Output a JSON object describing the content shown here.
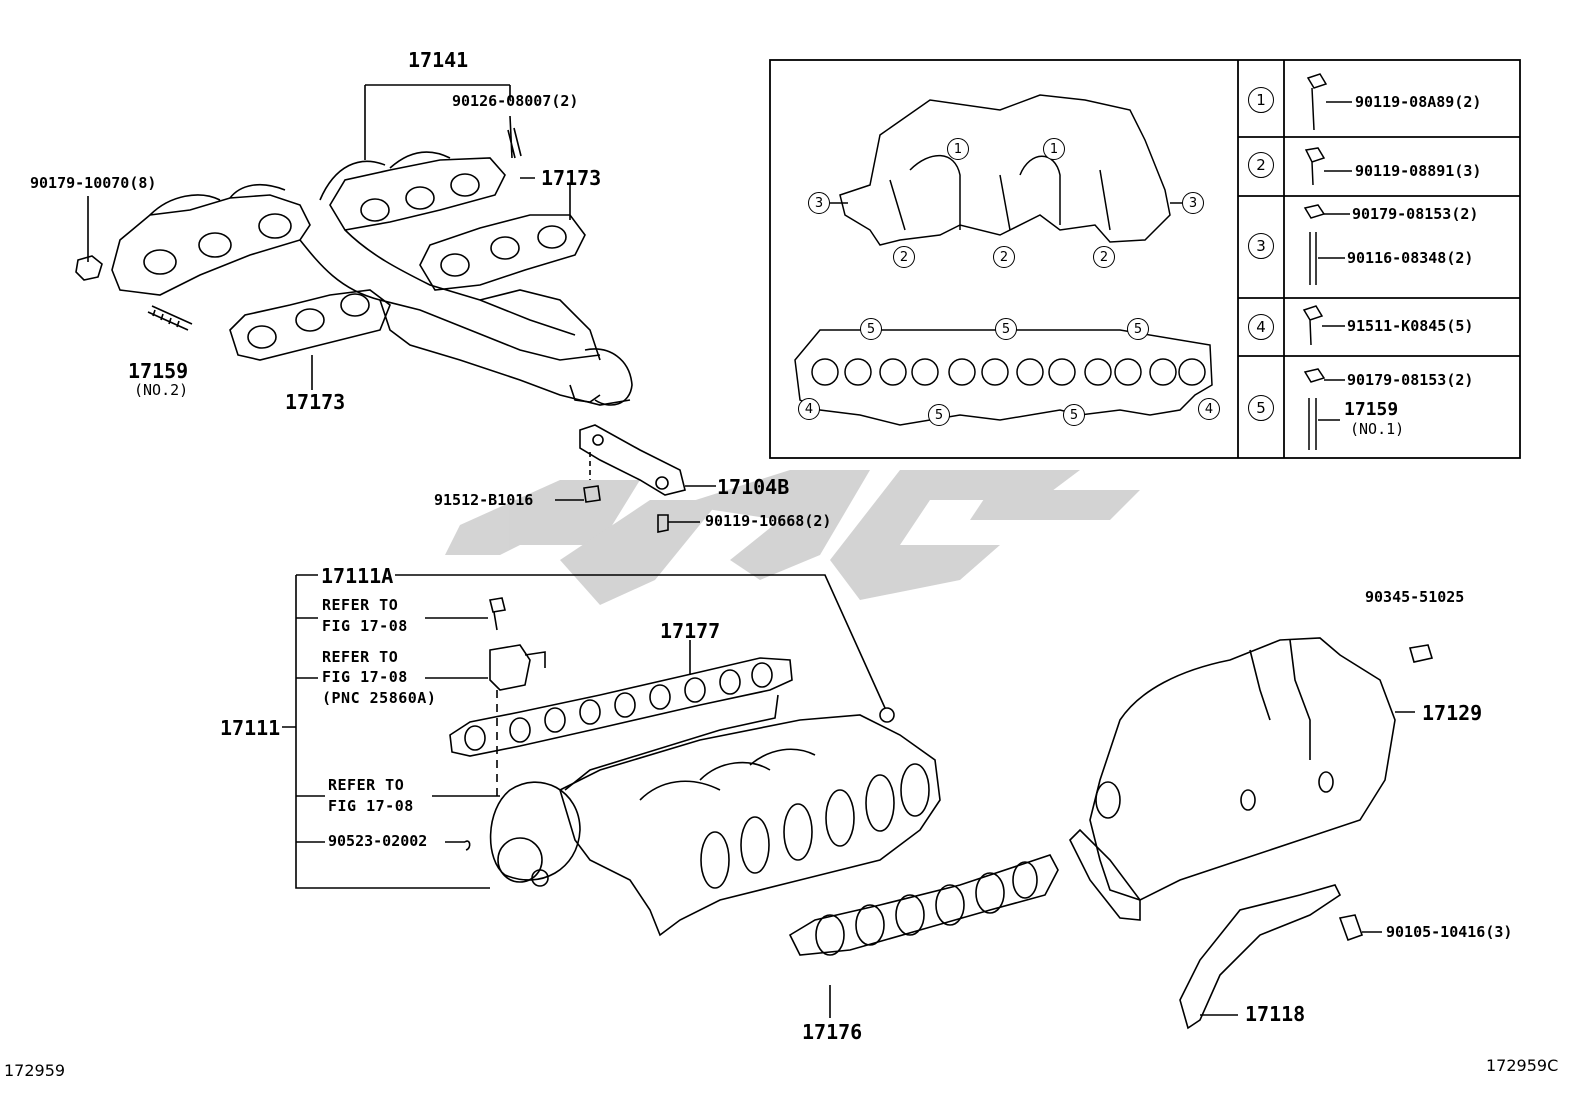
{
  "footer": {
    "left_code": "172959",
    "right_code": "172959C"
  },
  "exhaust": {
    "part_17141": "17141",
    "part_90126": "90126-08007(2)",
    "part_90179": "90179-10070(8)",
    "part_17173_top": "17173",
    "part_17173_bottom": "17173",
    "part_17159": "17159",
    "part_17159_sub": "(NO.2)"
  },
  "bracket": {
    "part_91512": "91512-B1016",
    "part_17104b": "17104B",
    "part_90119": "90119-10668(2)"
  },
  "intake": {
    "part_17111a": "17111A",
    "part_17111": "17111",
    "refer1": [
      "REFER TO",
      "FIG 17-08"
    ],
    "refer2": [
      "REFER TO",
      "FIG 17-08",
      "(PNC 25860A)"
    ],
    "refer3": [
      "REFER TO",
      "FIG 17-08"
    ],
    "part_90523": "90523-02002",
    "part_17177": "17177",
    "part_17176": "17176",
    "part_17129": "17129",
    "part_90345": "90345-51025",
    "part_17118": "17118",
    "part_90105": "90105-10416(3)"
  },
  "inset": {
    "circle_labels": [
      "1",
      "2",
      "3",
      "4",
      "5"
    ],
    "legend": [
      {
        "num": "1",
        "parts": [
          "90119-08A89(2)"
        ]
      },
      {
        "num": "2",
        "parts": [
          "90119-08891(3)"
        ]
      },
      {
        "num": "3",
        "parts": [
          "90179-08153(2)",
          "90116-08348(2)"
        ]
      },
      {
        "num": "4",
        "parts": [
          "91511-K0845(5)"
        ]
      },
      {
        "num": "5",
        "parts": [
          "90179-08153(2)",
          "17159",
          "(NO.1)"
        ]
      }
    ]
  },
  "watermark": {
    "color": "#c8c8c8"
  }
}
